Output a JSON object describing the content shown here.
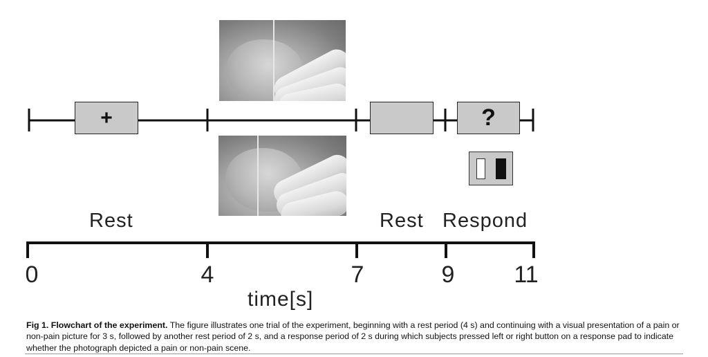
{
  "diagram": {
    "fixation_symbol": "+",
    "question_symbol": "?",
    "phases": [
      "Rest",
      "Rest",
      "Respond"
    ],
    "ticks": [
      "0",
      "4",
      "7",
      "9",
      "11"
    ],
    "axis_label": "time[s]",
    "photos": [
      {
        "name": "pain picture"
      },
      {
        "name": "non-pain picture"
      }
    ],
    "response_pad": {
      "left_button": "white",
      "right_button": "black"
    },
    "colors": {
      "box_fill": "#c9c9c9",
      "line": "#111111"
    }
  },
  "caption": {
    "label": "Fig 1. Flowchart of the experiment.",
    "text": " The figure illustrates one trial of the experiment, beginning with a rest period (4 s) and continuing with a visual presentation of a pain or non-pain picture for 3 s, followed by another rest period of 2 s, and a response period of 2 s during which subjects pressed left or right button on a response pad to indicate whether the photograph depicted a pain or non-pain scene."
  }
}
